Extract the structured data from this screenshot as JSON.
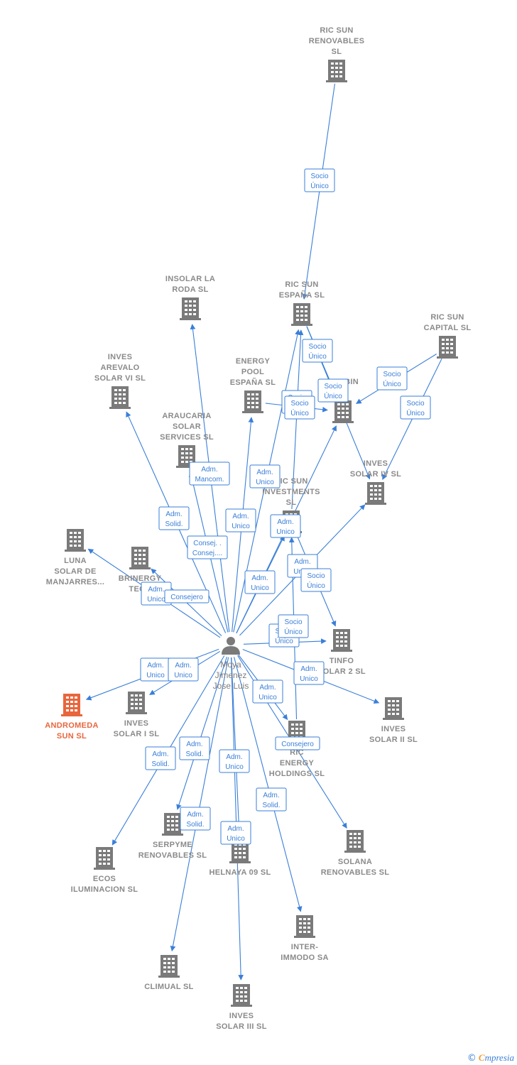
{
  "colors": {
    "edge": "#3a7fd8",
    "building": "#7a7a7a",
    "highlight": "#e8663d",
    "label": "#8a8a8a"
  },
  "center": {
    "id": "moya",
    "lines": [
      "Moya",
      "Jimenez",
      "Jose Luis"
    ],
    "icon": "person-icon"
  },
  "nodes": [
    {
      "id": "ricsunren",
      "lines": [
        "RIC SUN",
        "RENOVABLES",
        "SL"
      ],
      "icon": "building-icon"
    },
    {
      "id": "insolar",
      "lines": [
        "INSOLAR LA",
        "RODA  SL"
      ],
      "icon": "building-icon"
    },
    {
      "id": "ricsunesp",
      "lines": [
        "RIC SUN",
        "ESPAÑA  SL"
      ],
      "icon": "building-icon"
    },
    {
      "id": "ricsuncap",
      "lines": [
        "RIC SUN",
        "CAPITAL  SL"
      ],
      "icon": "building-icon"
    },
    {
      "id": "invesarevalo",
      "lines": [
        "INVES",
        "AREVALO",
        "SOLAR VI SL"
      ],
      "icon": "building-icon"
    },
    {
      "id": "energypool",
      "lines": [
        "ENERGY",
        "POOL",
        "ESPAÑA  SL"
      ],
      "icon": "building-icon"
    },
    {
      "id": "sunbin",
      "lines": [
        "SUNBIN",
        "SL"
      ],
      "icon": "building-icon"
    },
    {
      "id": "araucaria",
      "lines": [
        "ARAUCARIA",
        "SOLAR",
        "SERVICES SL"
      ],
      "icon": "building-icon"
    },
    {
      "id": "invesiv",
      "lines": [
        "INVES",
        "SOLAR IV SL"
      ],
      "icon": "building-icon"
    },
    {
      "id": "ricsuninv",
      "lines": [
        "RIC SUN",
        "INVESTMENTS",
        "SL"
      ],
      "icon": "building-icon"
    },
    {
      "id": "luna",
      "lines": [
        "LUNA",
        "SOLAR DE",
        "MANJARRES..."
      ],
      "icon": "building-icon"
    },
    {
      "id": "brinergy",
      "lines": [
        "BRINERGY",
        "TECH"
      ],
      "icon": "building-icon"
    },
    {
      "id": "tinfo",
      "lines": [
        "TINFO",
        "SOLAR 2 SL"
      ],
      "icon": "building-icon"
    },
    {
      "id": "andromeda",
      "lines": [
        "ANDROMEDA",
        "SUN  SL"
      ],
      "icon": "building-icon",
      "highlight": true
    },
    {
      "id": "invesi",
      "lines": [
        "INVES",
        "SOLAR I SL"
      ],
      "icon": "building-icon"
    },
    {
      "id": "invesii",
      "lines": [
        "INVES",
        "SOLAR II SL"
      ],
      "icon": "building-icon"
    },
    {
      "id": "ricenergy",
      "lines": [
        "RIC",
        "ENERGY",
        "HOLDINGS  SL"
      ],
      "icon": "building-icon"
    },
    {
      "id": "ecos",
      "lines": [
        "ECOS",
        "ILUMINACION SL"
      ],
      "icon": "building-icon"
    },
    {
      "id": "serpyme",
      "lines": [
        "SERPYME",
        "RENOVABLES SL"
      ],
      "icon": "building-icon"
    },
    {
      "id": "helnaya",
      "lines": [
        "HELNAYA 09 SL"
      ],
      "icon": "building-icon"
    },
    {
      "id": "solana",
      "lines": [
        "SOLANA",
        "RENOVABLES SL"
      ],
      "icon": "building-icon"
    },
    {
      "id": "intermodo",
      "lines": [
        "INTER-",
        "IMMODO SA"
      ],
      "icon": "building-icon"
    },
    {
      "id": "climual",
      "lines": [
        "CLIMUAL SL"
      ],
      "icon": "building-icon"
    },
    {
      "id": "invesiii",
      "lines": [
        "INVES",
        "SOLAR III SL"
      ],
      "icon": "building-icon"
    }
  ],
  "relations": [
    {
      "id": "r1",
      "lines": [
        "Socio",
        "Único"
      ]
    },
    {
      "id": "r2",
      "lines": [
        "Socio",
        "Único"
      ]
    },
    {
      "id": "r3",
      "lines": [
        "Socio",
        "Único"
      ]
    },
    {
      "id": "r4",
      "lines": [
        "Socio",
        "Único"
      ]
    },
    {
      "id": "r5",
      "lines": [
        "Socio",
        "Único"
      ]
    },
    {
      "id": "r6",
      "lines": [
        "Socio",
        "Único"
      ]
    },
    {
      "id": "r6b",
      "lines": [
        "Socio",
        "Único"
      ]
    },
    {
      "id": "r7",
      "lines": [
        "Adm.",
        "Mancom."
      ]
    },
    {
      "id": "r8",
      "lines": [
        "Adm.",
        "Unico"
      ]
    },
    {
      "id": "r9",
      "lines": [
        "Adm.",
        "Solid."
      ]
    },
    {
      "id": "r10",
      "lines": [
        "Adm.",
        "Unico"
      ]
    },
    {
      "id": "r11",
      "lines": [
        "Adm.",
        "Unico"
      ]
    },
    {
      "id": "r12",
      "lines": [
        "Consej. .",
        "Consej...."
      ]
    },
    {
      "id": "r13",
      "lines": [
        "Adm.",
        "Unico"
      ]
    },
    {
      "id": "r14",
      "lines": [
        "Adm.",
        "Unico"
      ]
    },
    {
      "id": "r15",
      "lines": [
        "Socio",
        "Único"
      ]
    },
    {
      "id": "r16",
      "lines": [
        "Adm.",
        "Unico"
      ]
    },
    {
      "id": "r17",
      "lines": [
        "Consejero"
      ]
    },
    {
      "id": "r18",
      "lines": [
        "Socio",
        "Único"
      ]
    },
    {
      "id": "r19",
      "lines": [
        "Socio",
        "Único"
      ]
    },
    {
      "id": "r20",
      "lines": [
        "Adm.",
        "Unico"
      ]
    },
    {
      "id": "r21",
      "lines": [
        "Adm.",
        "Unico"
      ]
    },
    {
      "id": "r22",
      "lines": [
        "Adm.",
        "Unico"
      ]
    },
    {
      "id": "r23",
      "lines": [
        "Adm.",
        "Unico"
      ]
    },
    {
      "id": "r24",
      "lines": [
        "Consejero"
      ]
    },
    {
      "id": "r25",
      "lines": [
        "Adm.",
        "Solid."
      ]
    },
    {
      "id": "r26",
      "lines": [
        "Adm.",
        "Solid."
      ]
    },
    {
      "id": "r27",
      "lines": [
        "Adm.",
        "Unico"
      ]
    },
    {
      "id": "r28",
      "lines": [
        "Adm.",
        "Solid."
      ]
    },
    {
      "id": "r29",
      "lines": [
        "Adm.",
        "Solid."
      ]
    },
    {
      "id": "r30",
      "lines": [
        "Adm.",
        "Unico"
      ]
    }
  ],
  "footer": {
    "copyright": "©",
    "brand_initial": "C",
    "brand_rest": "mpresia"
  }
}
